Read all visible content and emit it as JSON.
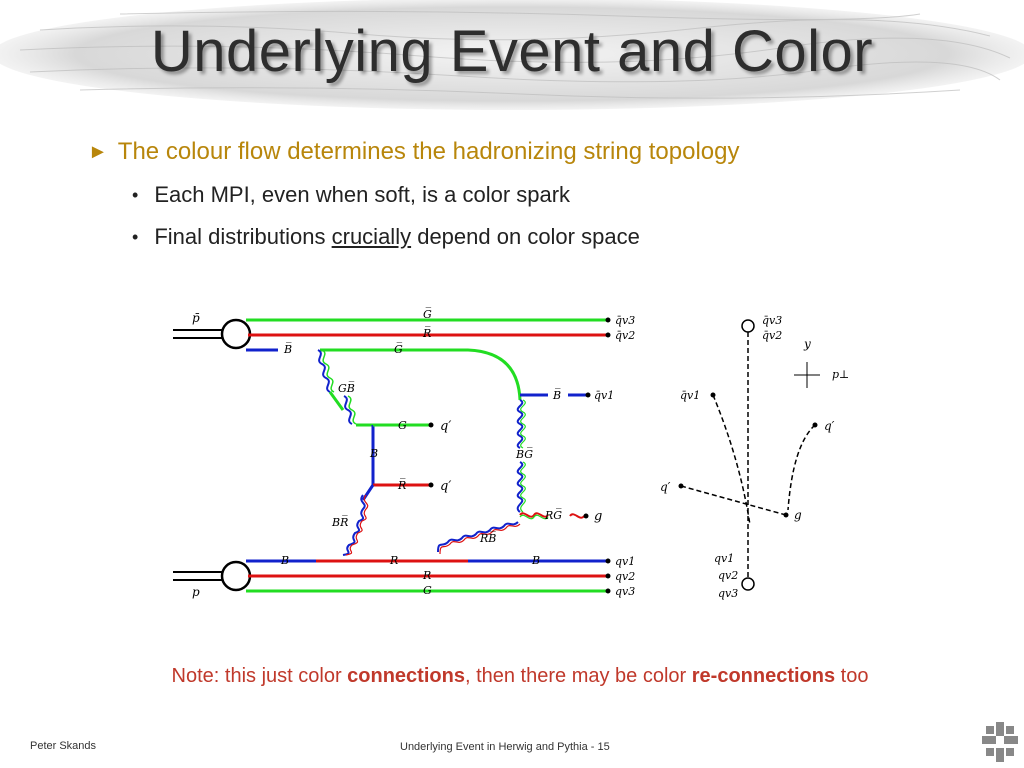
{
  "slide": {
    "title": "Underlying Event and Color",
    "bullet_main": "The colour flow determines the hadronizing string topology",
    "sub_bullets": [
      {
        "text": "Each MPI, even when soft, is a color spark"
      },
      {
        "pre": "Final distributions ",
        "underlined": "crucially",
        "post": " depend on color space"
      }
    ],
    "note": {
      "pre": "Note: this just color ",
      "bold1": "connections",
      "mid": ", then there may be color ",
      "bold2": "re-connections",
      "post": " too"
    },
    "footer_left": "Peter Skands",
    "footer_center": "Underlying Event in Herwig and Pythia - 15"
  },
  "diagram": {
    "top_proton": "p̄",
    "bottom_proton": "p",
    "top_lines": [
      "G̅",
      "R̅",
      "B̅",
      "G̅"
    ],
    "top_outputs": [
      "q̄v3",
      "q̄v2",
      "q̄v1"
    ],
    "bottom_lines": [
      "B",
      "R",
      "R",
      "G",
      "B"
    ],
    "bottom_outputs": [
      "qv1",
      "qv2",
      "qv3"
    ],
    "mid_labels": [
      "GB̅",
      "G",
      "q′",
      "B",
      "R̅",
      "q′",
      "BR̅",
      "BG̅",
      "RG̅",
      "g",
      "RB̅"
    ],
    "right": {
      "axis_y": "y",
      "axis_x": "p⊥",
      "top_labels": [
        "q̄v3",
        "q̄v2"
      ],
      "q_v1bar": "q̄v1",
      "q_prime_right": "q′",
      "q_prime_left": "q′",
      "g": "g",
      "bottom_labels": [
        "qv1",
        "qv2",
        "qv3"
      ]
    }
  },
  "colors": {
    "title": "#2e2e2e",
    "bullet_main": "#b8860b",
    "note": "#c0392b",
    "green": "#22dd22",
    "red": "#dd1111",
    "blue": "#1122cc"
  }
}
